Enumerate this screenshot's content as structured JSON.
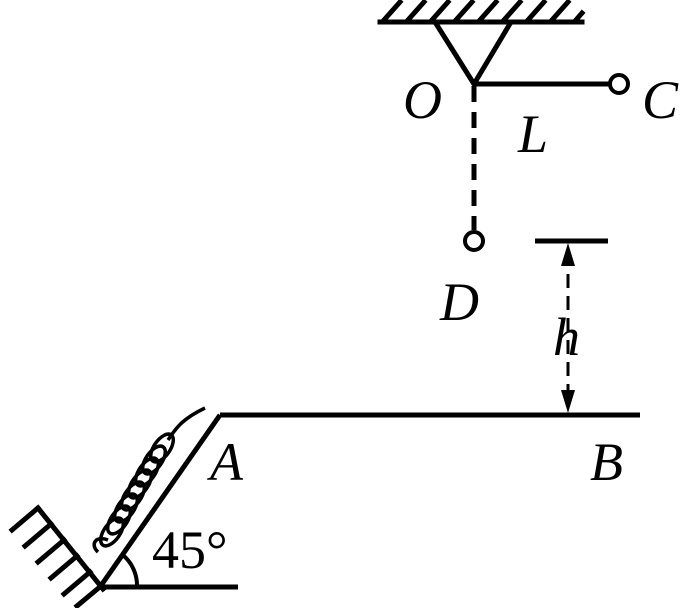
{
  "diagram": {
    "points": {
      "O": "O",
      "C": "C",
      "D": "D",
      "A": "A",
      "B": "B"
    },
    "rod_length_label": "L",
    "height_label": "h",
    "incline_angle": "45°",
    "colors": {
      "ink": "#000000",
      "background": "#ffffff"
    }
  }
}
